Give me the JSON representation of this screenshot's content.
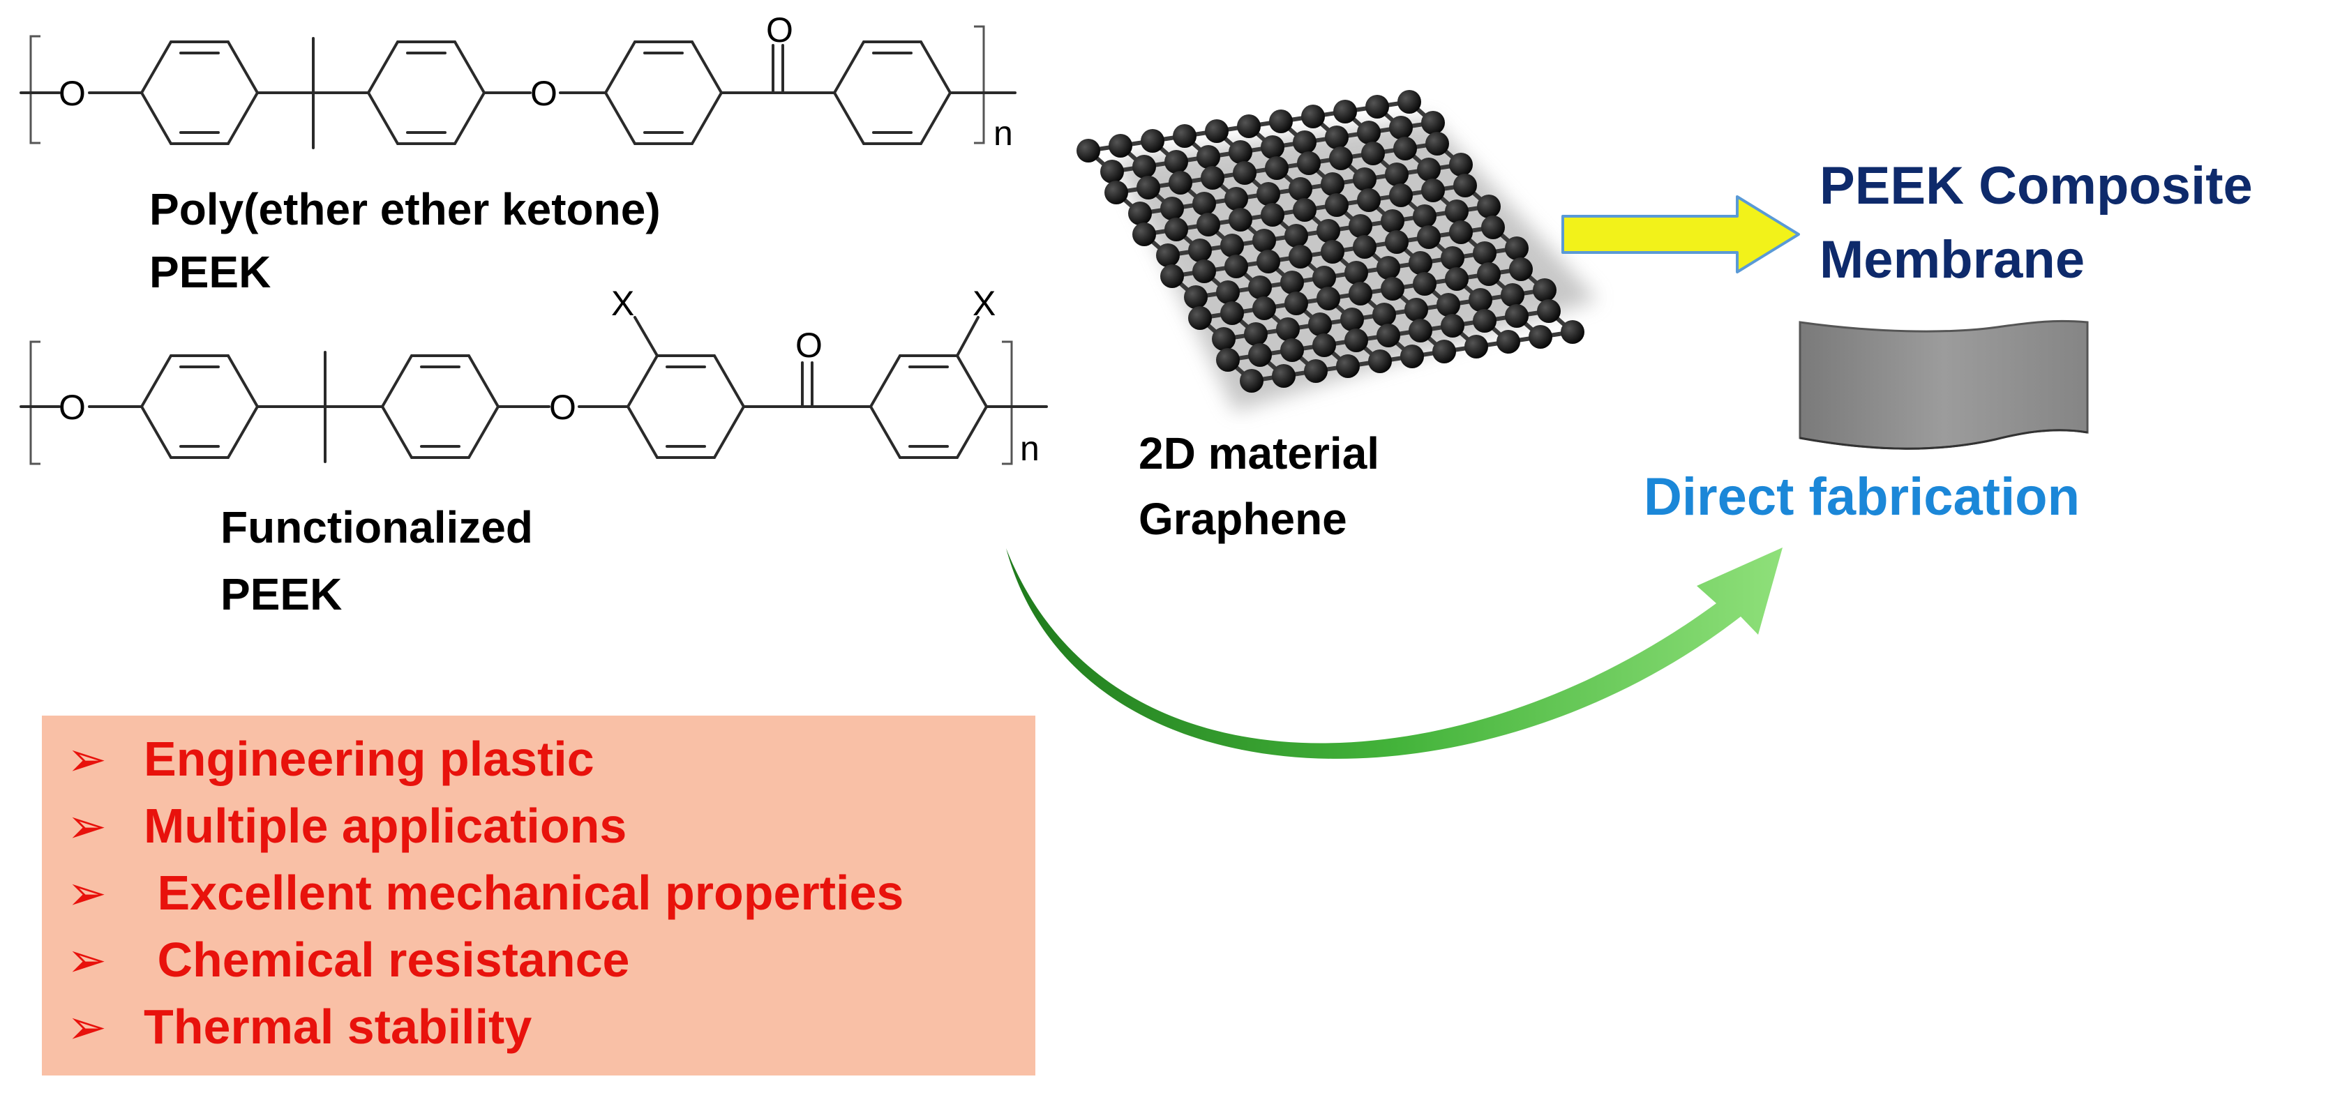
{
  "molecules": {
    "peek": {
      "name_line1": "Poly(ether ether ketone)",
      "name_line2": "PEEK",
      "repeat_subscript": "n",
      "ether_oxygen": "O",
      "carbonyl_oxygen": "O"
    },
    "functionalized": {
      "name_line1": "Functionalized",
      "name_line2": "PEEK",
      "repeat_subscript": "n",
      "ether_oxygen": "O",
      "carbonyl_oxygen": "O",
      "substituent": "X"
    }
  },
  "material": {
    "line1": "2D material",
    "line2": "Graphene"
  },
  "result": {
    "line1": "PEEK Composite",
    "line2": "Membrane"
  },
  "process": {
    "label": "Direct fabrication"
  },
  "properties": {
    "bullet": "➢",
    "items": [
      "Engineering plastic",
      "Multiple applications",
      " Excellent mechanical properties",
      " Chemical resistance",
      "Thermal stability"
    ]
  },
  "colors": {
    "title_dark_blue": "#0e2a6b",
    "label_light_blue": "#1b87d8",
    "property_red": "#e8120c",
    "property_box": "#f9c0a6",
    "yellow_arrow": "#f2f21a",
    "yellow_arrow_edge": "#5a9ad6",
    "green_dark": "#2e8b2a",
    "green_light": "#8fe07a",
    "membrane_gray": "#8c8c8c"
  }
}
